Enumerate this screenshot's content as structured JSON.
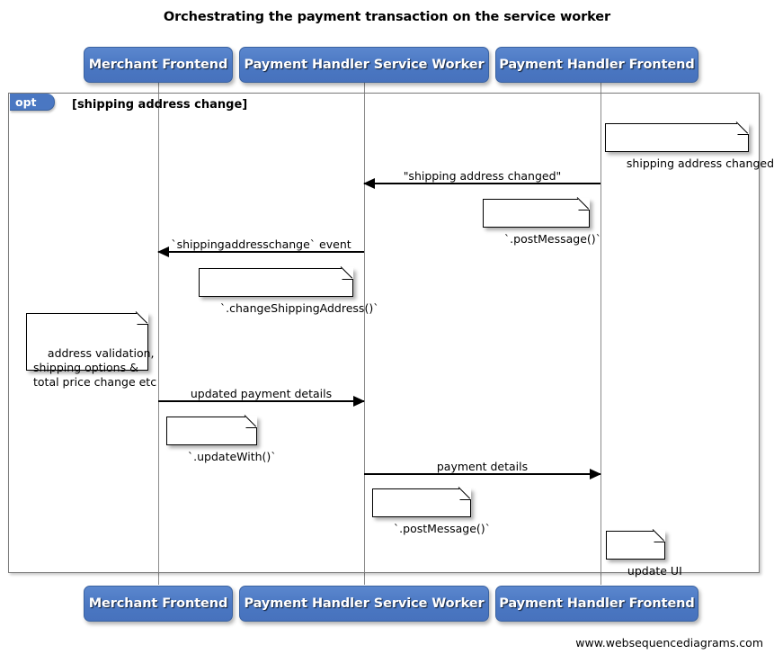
{
  "diagram": {
    "title": "Orchestrating the payment transaction on the service worker",
    "footer_credit": "www.websequencediagrams.com",
    "type": "uml-sequence-diagram",
    "colors": {
      "participant_fill": "#4a77c2",
      "participant_border": "#3a62a0",
      "participant_text": "#ffffff",
      "frame_border": "#7a7a7a",
      "note_fill": "#ffffff",
      "line": "#000000",
      "background": "#ffffff"
    }
  },
  "participants": [
    {
      "id": "merchant-frontend",
      "label": "Merchant Frontend"
    },
    {
      "id": "payment-handler-service-worker",
      "label": "Payment Handler Service Worker"
    },
    {
      "id": "payment-handler-frontend",
      "label": "Payment Handler Frontend"
    }
  ],
  "fragment": {
    "kind": "opt",
    "condition": "[shipping address change]"
  },
  "messages": [
    {
      "id": "msg-shipping-address-changed",
      "label": "\"shipping address changed\"",
      "from": "payment-handler-frontend",
      "to": "payment-handler-service-worker",
      "direction": "left"
    },
    {
      "id": "msg-shippingaddresschange-event",
      "label": "`shippingaddresschange` event",
      "from": "payment-handler-service-worker",
      "to": "merchant-frontend",
      "direction": "left"
    },
    {
      "id": "msg-updated-payment-details",
      "label": "updated payment details",
      "from": "merchant-frontend",
      "to": "payment-handler-service-worker",
      "direction": "right"
    },
    {
      "id": "msg-payment-details",
      "label": "payment details",
      "from": "payment-handler-service-worker",
      "to": "payment-handler-frontend",
      "direction": "right"
    }
  ],
  "notes": [
    {
      "id": "note-shipping-address-changed",
      "text": "shipping address changed"
    },
    {
      "id": "note-post-message-1",
      "text": "`.postMessage()`"
    },
    {
      "id": "note-change-shipping-address",
      "text": "`.changeShippingAddress()`"
    },
    {
      "id": "note-address-validation",
      "text": "address validation,\nshipping options &\ntotal price change etc"
    },
    {
      "id": "note-update-with",
      "text": "`.updateWith()`"
    },
    {
      "id": "note-post-message-2",
      "text": "`.postMessage()`"
    },
    {
      "id": "note-update-ui",
      "text": "update UI"
    }
  ]
}
